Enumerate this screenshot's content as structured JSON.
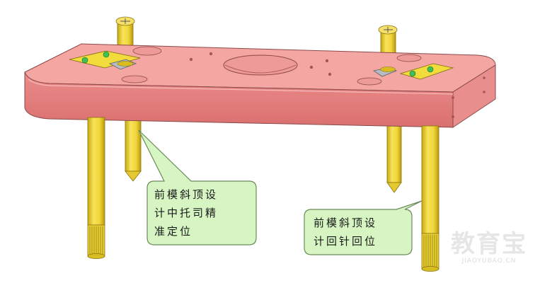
{
  "callouts": {
    "left": {
      "lines": [
        "前模斜顶设",
        "计中托司精",
        "准定位"
      ]
    },
    "right": {
      "lines": [
        "前模斜顶设",
        "计回针回位"
      ]
    }
  },
  "watermark": {
    "main": "教育宝",
    "sub": "JIAOYUBAO.CN"
  },
  "colors": {
    "plate_top": "#f4a6a3",
    "plate_front": "#e57f80",
    "plate_side": "#e88e8c",
    "pin_yellow": "#f0d63a",
    "pin_shadow": "#c9a90f",
    "pad_yellow": "#f2dc3c",
    "callout_fill": "#d6f5c2",
    "callout_stroke": "#6a8a5a",
    "wedge_grey": "#b7bcc2"
  },
  "icons": [
    "pin-icon",
    "plate-icon",
    "callout-pointer-icon"
  ]
}
